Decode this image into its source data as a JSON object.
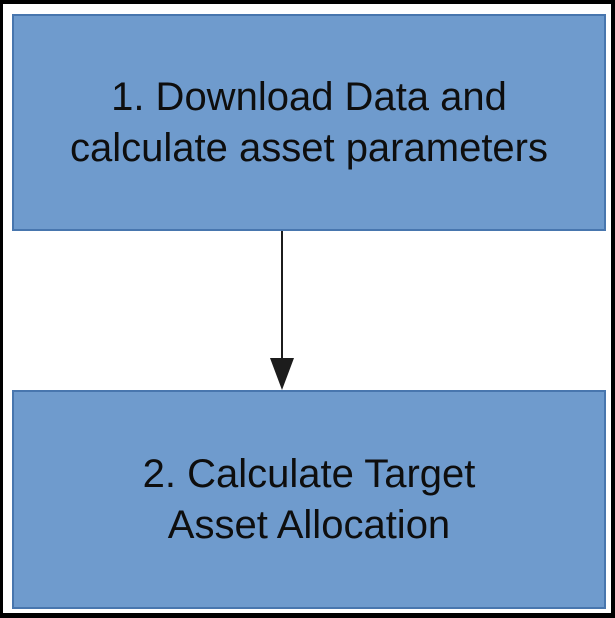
{
  "diagram": {
    "type": "flowchart",
    "direction": "top-down",
    "colors": {
      "background": "#ffffff",
      "frame_border": "#000000",
      "node_fill": "#6F9BCD",
      "node_border": "#4876AE",
      "text": "#0e0e0e",
      "arrow": "#1c1c1c"
    },
    "nodes": [
      {
        "id": "step-1",
        "label": "1. Download Data and\ncalculate asset parameters"
      },
      {
        "id": "step-2",
        "label": "2. Calculate Target\nAsset Allocation"
      }
    ],
    "edges": [
      {
        "from": "step-1",
        "to": "step-2",
        "style": "solid",
        "head": "filled-triangle-down"
      }
    ]
  }
}
